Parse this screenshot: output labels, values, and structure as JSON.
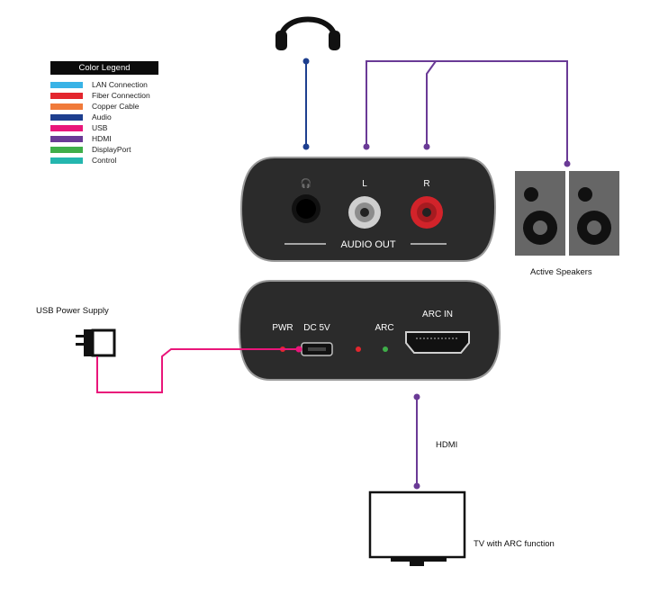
{
  "legend": {
    "title": "Color Legend",
    "items": [
      {
        "label": "LAN Connection",
        "color": "#39b3e6"
      },
      {
        "label": "Fiber Connection",
        "color": "#e3262e"
      },
      {
        "label": "Copper Cable",
        "color": "#f07a3a"
      },
      {
        "label": "Audio",
        "color": "#1e3f8f"
      },
      {
        "label": "USB",
        "color": "#e9167a"
      },
      {
        "label": "HDMI",
        "color": "#6a3a96"
      },
      {
        "label": "DisplayPort",
        "color": "#3fae49"
      },
      {
        "label": "Control",
        "color": "#24b6ae"
      }
    ]
  },
  "audio_device": {
    "headphone_symbol": "🎧",
    "left_label": "L",
    "right_label": "R",
    "caption": "AUDIO OUT"
  },
  "power_device": {
    "pwr_label": "PWR",
    "dc_label": "DC 5V",
    "arc_label": "ARC",
    "arc_in_label": "ARC IN"
  },
  "labels": {
    "usb_power_supply": "USB Power Supply",
    "active_speakers": "Active Speakers",
    "hdmi": "HDMI",
    "tv": "TV with ARC function"
  },
  "colors": {
    "audio_line": "#1e3f8f",
    "hdmi_line": "#6a3a96",
    "usb_line": "#e9167a",
    "device_body": "#2b2b2b",
    "led_red": "#e3262e",
    "led_green": "#3fae49"
  }
}
